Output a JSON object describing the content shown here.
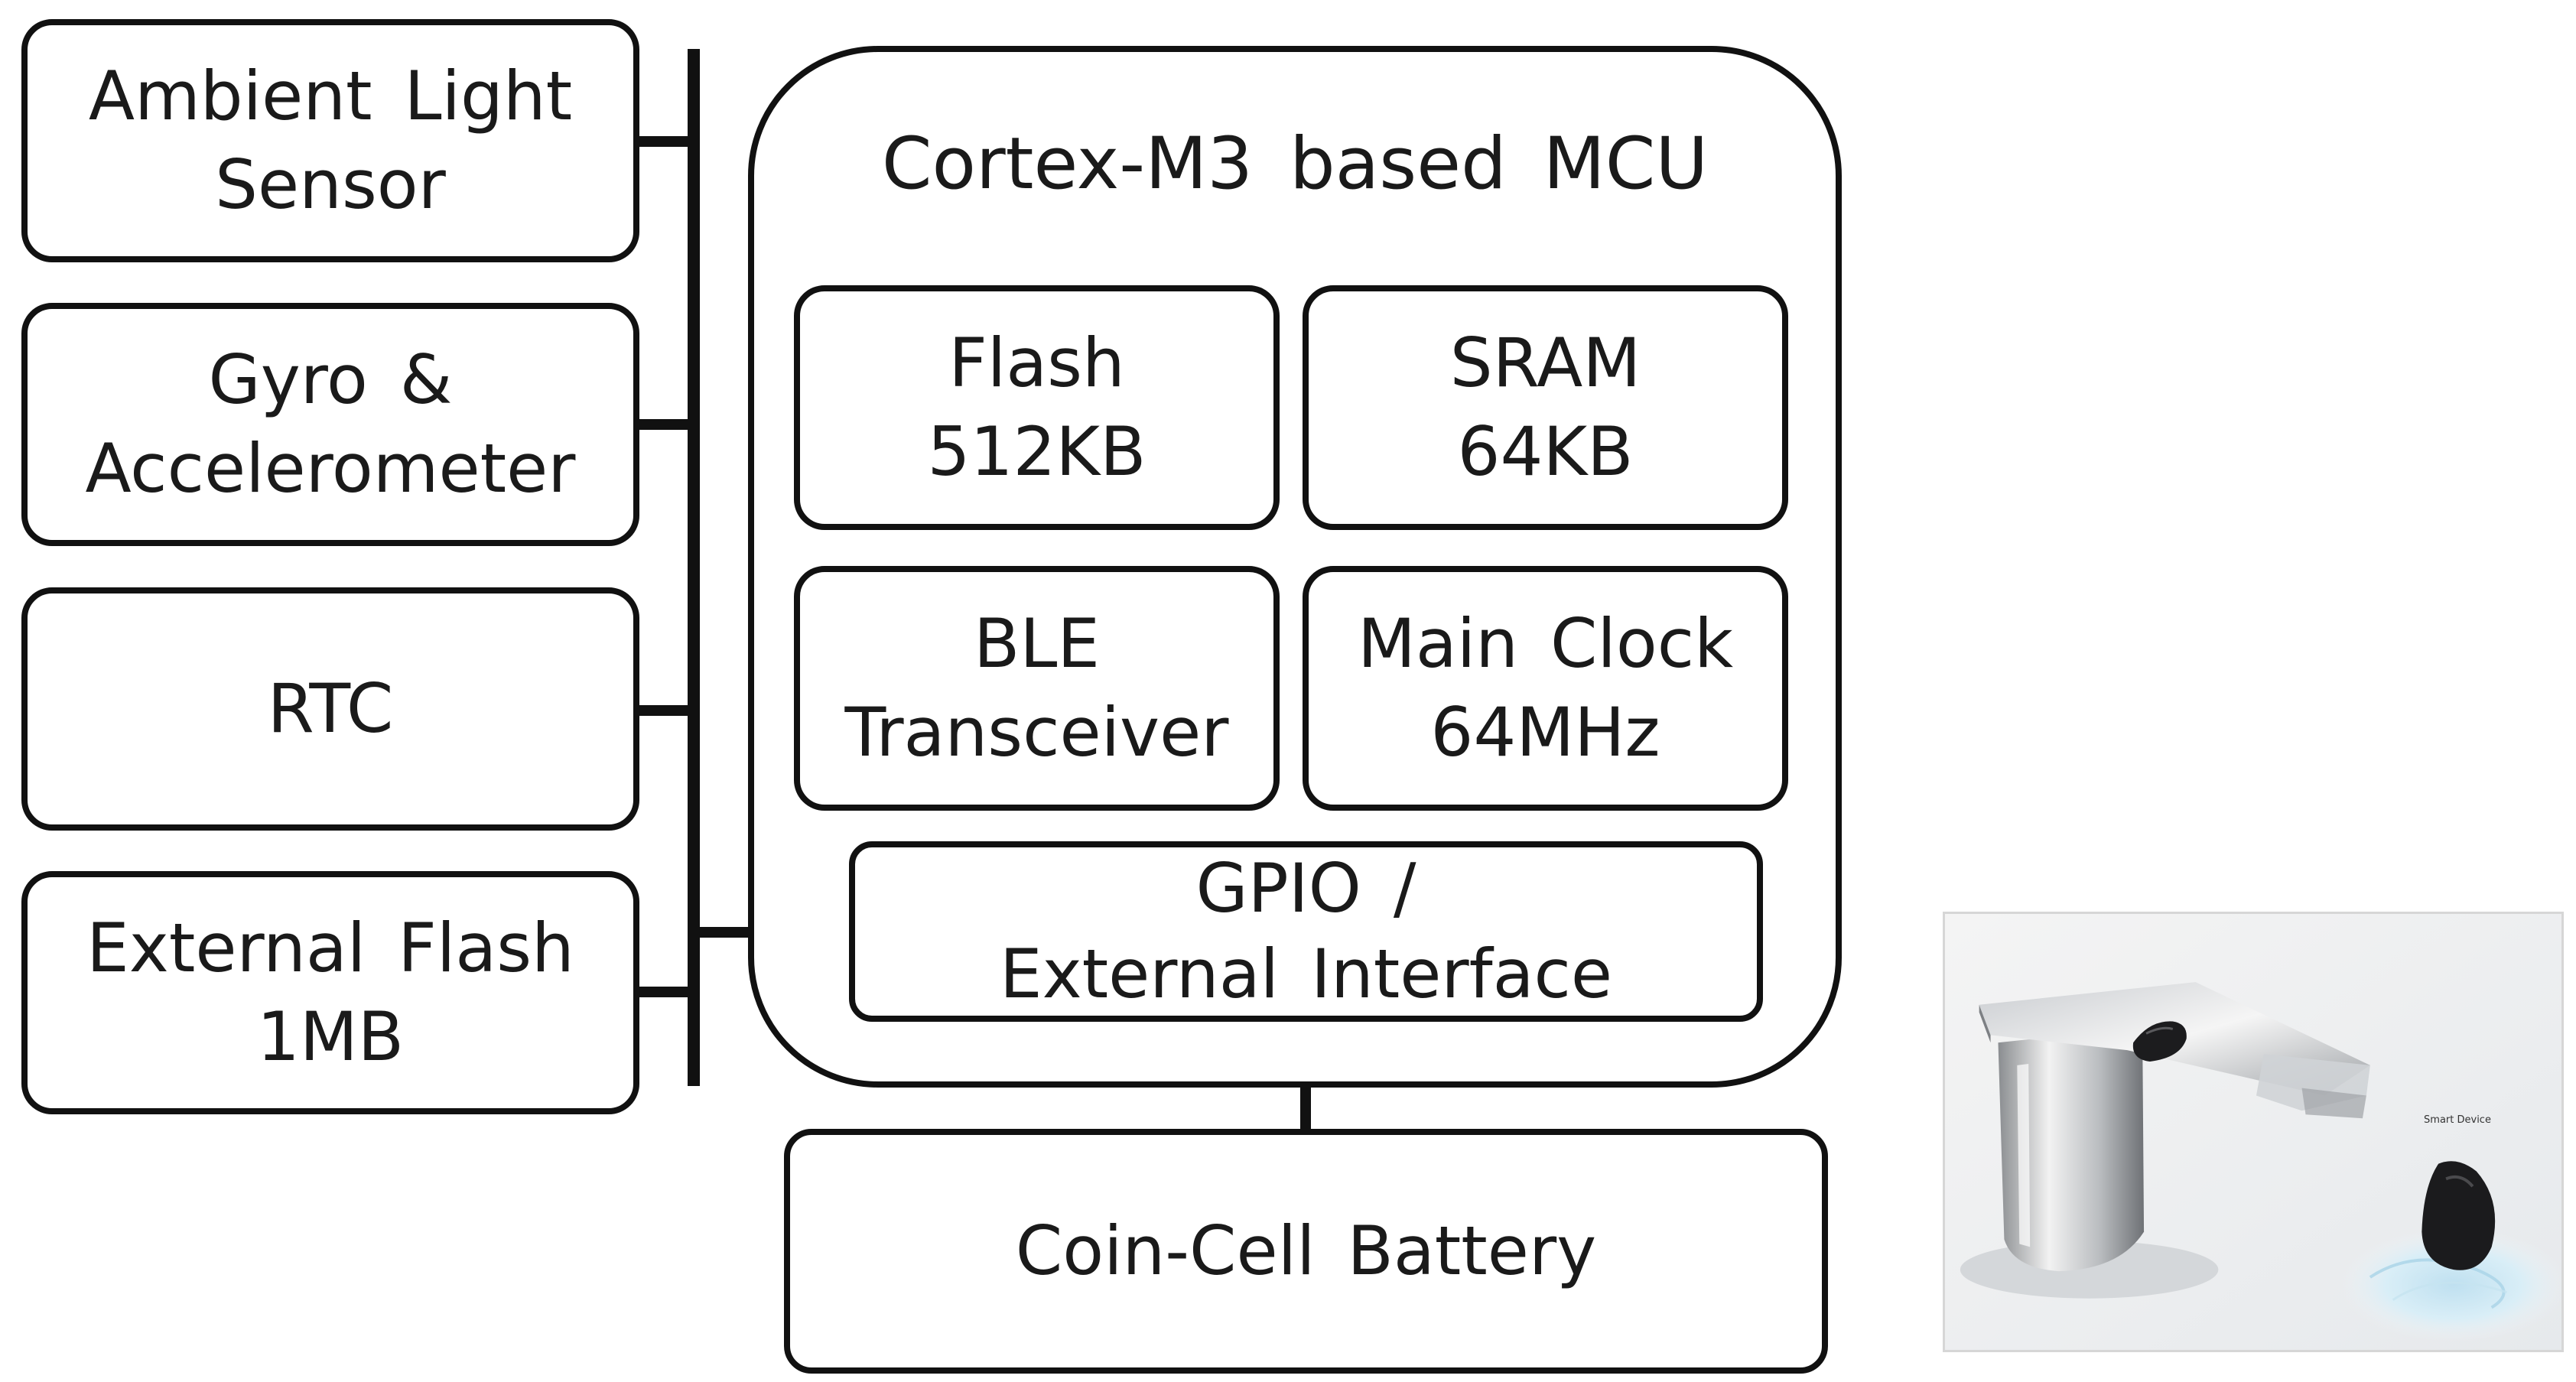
{
  "mcu": {
    "title": "Cortex-M3 based MCU",
    "blocks": {
      "flash": [
        "Flash",
        "512KB"
      ],
      "sram": [
        "SRAM",
        "64KB"
      ],
      "ble": [
        "BLE",
        "Transceiver"
      ],
      "clock": [
        "Main Clock",
        "64MHz"
      ],
      "gpio": [
        "GPIO /",
        "External Interface"
      ]
    }
  },
  "peripherals": {
    "ambient_light": [
      "Ambient Light",
      "Sensor"
    ],
    "gyro": [
      "Gyro &",
      "Accelerometer"
    ],
    "rtc": [
      "RTC"
    ],
    "external_flash": [
      "External Flash",
      "1MB"
    ]
  },
  "battery": {
    "label": "Coin-Cell Battery"
  },
  "photo": {
    "caption": "Smart Device"
  }
}
